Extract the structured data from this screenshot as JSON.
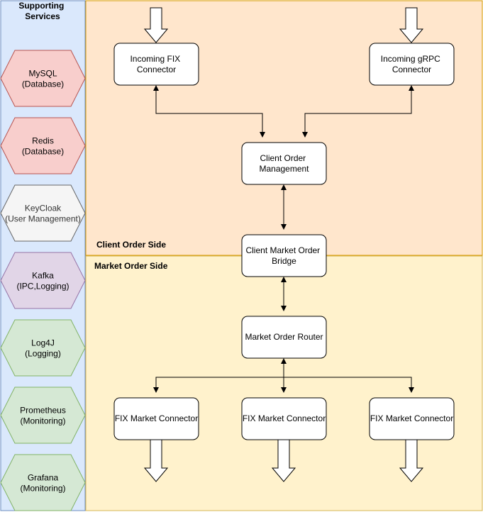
{
  "sidebar": {
    "title_lines": [
      "Supporting",
      "Services"
    ],
    "services": [
      {
        "lines": [
          "MySQL",
          "(Database)"
        ],
        "fill": "#f8cecc",
        "stroke": "#b85450",
        "text_color": "#000000"
      },
      {
        "lines": [
          "Redis",
          "(Database)"
        ],
        "fill": "#f8cecc",
        "stroke": "#b85450",
        "text_color": "#000000"
      },
      {
        "lines": [
          "KeyCloak",
          "(User Management)"
        ],
        "fill": "#f5f5f5",
        "stroke": "#666666",
        "text_color": "#333333"
      },
      {
        "lines": [
          "Kafka",
          "(IPC,Logging)"
        ],
        "fill": "#e1d5e7",
        "stroke": "#9673a6",
        "text_color": "#000000"
      },
      {
        "lines": [
          "Log4J",
          "(Logging)"
        ],
        "fill": "#d5e8d4",
        "stroke": "#82b366",
        "text_color": "#000000"
      },
      {
        "lines": [
          "Prometheus",
          "(Monitoring)"
        ],
        "fill": "#d5e8d4",
        "stroke": "#82b366",
        "text_color": "#000000"
      },
      {
        "lines": [
          "Grafana",
          "(Monitoring)"
        ],
        "fill": "#d5e8d4",
        "stroke": "#82b366",
        "text_color": "#000000"
      }
    ]
  },
  "sections": {
    "client_label": "Client Order Side",
    "market_label": "Market Order Side"
  },
  "nodes": {
    "incoming_fix": [
      "Incoming FIX",
      "Connector"
    ],
    "incoming_grpc": [
      "Incoming gRPC",
      "Connector"
    ],
    "client_order_mgmt": [
      "Client Order",
      "Management"
    ],
    "bridge": [
      "Client Market Order",
      "Bridge"
    ],
    "router": [
      "Market Order Router"
    ],
    "fix_market_1": [
      "FIX Market Connector"
    ],
    "fix_market_2": [
      "FIX Market Connector"
    ],
    "fix_market_3": [
      "FIX Market Connector"
    ]
  },
  "colors": {
    "sidebar_fill": "#dae8fc",
    "sidebar_stroke": "#6c8ebf",
    "client_fill": "#ffe6cc",
    "client_stroke": "#d79b00",
    "market_fill": "#fff2cc",
    "market_stroke": "#d6b656"
  }
}
